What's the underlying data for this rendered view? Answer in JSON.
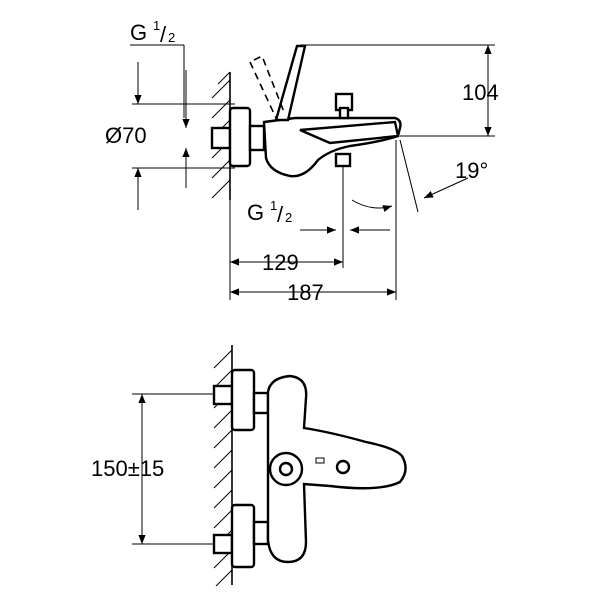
{
  "labels": {
    "thread_top_main": "G",
    "thread_top_num": "1",
    "thread_top_den": "2",
    "diameter": "Ø70",
    "height_104": "104",
    "angle": "19°",
    "thread_mid_main": "G",
    "thread_mid_num": "1",
    "thread_mid_den": "2",
    "dim_129": "129",
    "dim_187": "187",
    "dim_150": "150±15"
  }
}
